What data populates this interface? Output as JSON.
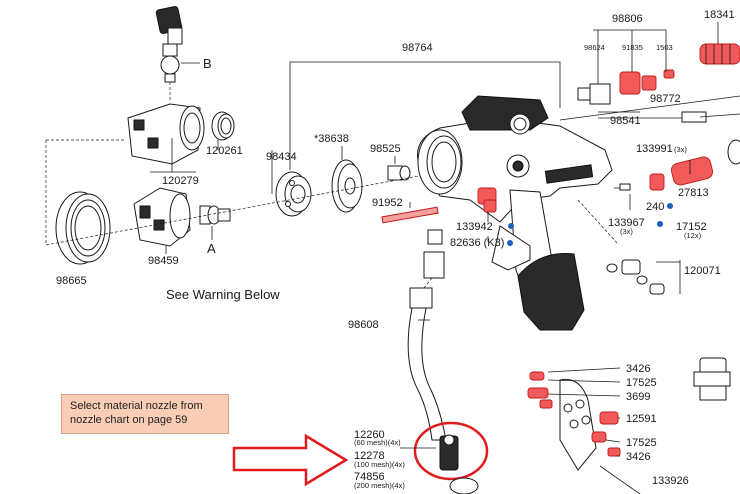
{
  "parts": {
    "p98806": "98806",
    "p18341": "18341",
    "p98764": "98764",
    "p98624": "98624",
    "p91835": "91835",
    "p1503": "1503",
    "p98772": "98772",
    "p98541": "98541",
    "p120261": "120261",
    "p120279": "120279",
    "p98434": "98434",
    "p38638": "*38638",
    "p98525": "98525",
    "p91952": "91952",
    "p133942": "133942",
    "p82636": "82636 (K3)",
    "p133991": "133991",
    "p133991_qty": "(3x)",
    "p27813": "27813",
    "p240": "240",
    "p17152": "17152",
    "p17152_qty": "(12x)",
    "p133967": "133967",
    "p133967_qty": "(3x)",
    "p120071": "120071",
    "p98665": "98665",
    "p98459": "98459",
    "p98608": "98608",
    "p12260": "12260",
    "p12260_mesh": "(60 mesh)(4x)",
    "p12278": "12278",
    "p12278_mesh": "(100 mesh)(4x)",
    "p74856": "74856",
    "p74856_mesh": "(200 mesh)(4x)",
    "p3426a": "3426",
    "p17525a": "17525",
    "p3699": "3699",
    "p12591": "12591",
    "p17525b": "17525",
    "p3426b": "3426",
    "p133926": "133926"
  },
  "callouts": {
    "label_b": "B",
    "label_a": "A"
  },
  "warning": "See Warning Below",
  "note": "Select material nozzle from nozzle chart on page 59",
  "colors": {
    "accent_red": "#e11b1b",
    "bullet_blue": "#1f5fbf",
    "note_bg": "#f9cdb6"
  }
}
